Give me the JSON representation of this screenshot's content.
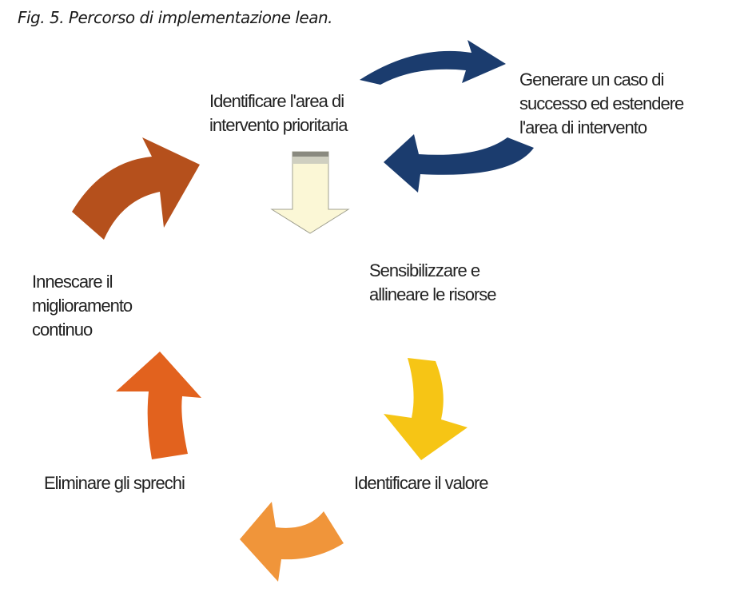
{
  "title": "Fig. 5. Percorso di implementazione lean.",
  "steps": {
    "identify_area": [
      "Identificare l'area di",
      "intervento prioritaria"
    ],
    "success_case": [
      "Generare un caso di",
      "successo ed estendere",
      "l'area di intervento"
    ],
    "align_resources": [
      "Sensibilizzare e",
      "allineare le risorse"
    ],
    "identify_value": "Identificare il valore",
    "eliminate_waste": "Eliminare gli sprechi",
    "continuous_improvement": [
      "Innescare il",
      "miglioramento",
      "continuo"
    ]
  },
  "colors": {
    "navy": "#1b3c6e",
    "brown": "#b5501c",
    "yellow": "#f6c515",
    "orange_light": "#f0953a",
    "orange_red": "#e2621e",
    "cream": "#fbf7d6"
  }
}
